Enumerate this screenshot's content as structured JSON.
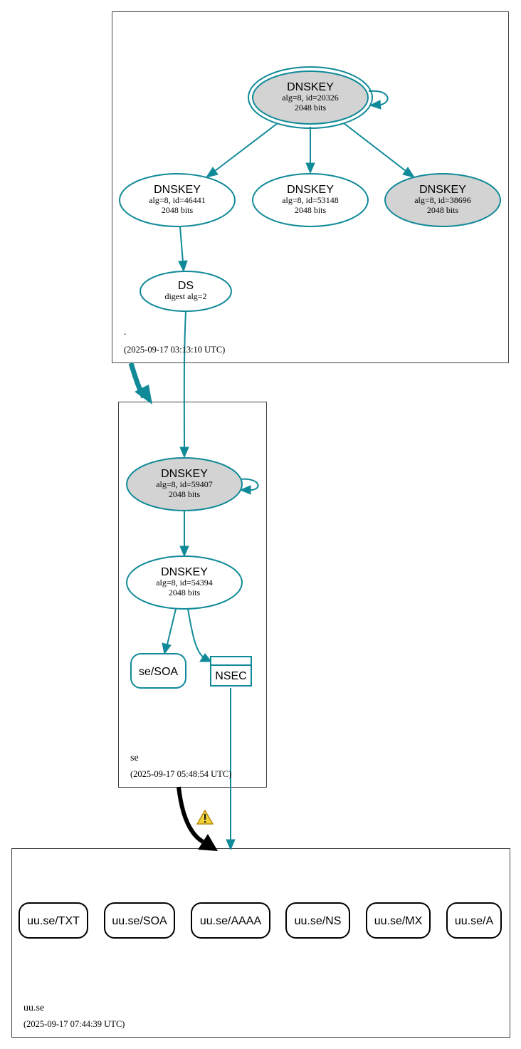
{
  "zones": {
    "root": {
      "name": ".",
      "timestamp": "(2025-09-17 03:13:10 UTC)"
    },
    "se": {
      "name": "se",
      "timestamp": "(2025-09-17 05:48:54 UTC)"
    },
    "uu_se": {
      "name": "uu.se",
      "timestamp": "(2025-09-17 07:44:39 UTC)"
    }
  },
  "nodes": {
    "root_ksk": {
      "title": "DNSKEY",
      "line1": "alg=8, id=20326",
      "line2": "2048 bits"
    },
    "root_zsk1": {
      "title": "DNSKEY",
      "line1": "alg=8, id=46441",
      "line2": "2048 bits"
    },
    "root_zsk2": {
      "title": "DNSKEY",
      "line1": "alg=8, id=53148",
      "line2": "2048 bits"
    },
    "root_ksk2": {
      "title": "DNSKEY",
      "line1": "alg=8, id=38696",
      "line2": "2048 bits"
    },
    "se_ds": {
      "title": "DS",
      "line1": "digest alg=2"
    },
    "se_ksk": {
      "title": "DNSKEY",
      "line1": "alg=8, id=59407",
      "line2": "2048 bits"
    },
    "se_zsk": {
      "title": "DNSKEY",
      "line1": "alg=8, id=54394",
      "line2": "2048 bits"
    },
    "se_soa": {
      "label": "se/SOA"
    },
    "se_nsec": {
      "label": "NSEC"
    }
  },
  "records": [
    "uu.se/TXT",
    "uu.se/SOA",
    "uu.se/AAAA",
    "uu.se/NS",
    "uu.se/MX",
    "uu.se/A"
  ],
  "warning_icon": "warning-triangle-icon",
  "colors": {
    "edge": "#108a98",
    "key_fill": "#d3d3d3",
    "warning_fill": "#f2d03a"
  }
}
